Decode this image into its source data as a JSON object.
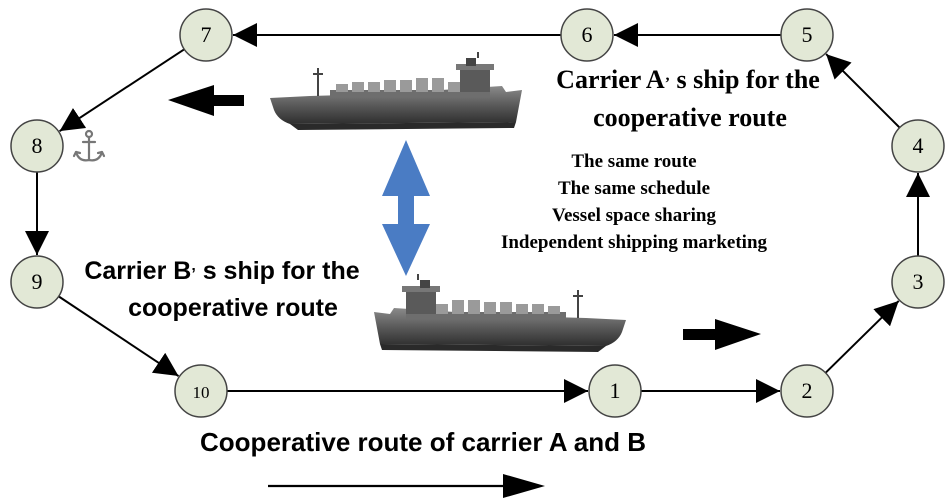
{
  "diagram": {
    "nodes": [
      {
        "id": "1",
        "label": "1"
      },
      {
        "id": "2",
        "label": "2"
      },
      {
        "id": "3",
        "label": "3"
      },
      {
        "id": "4",
        "label": "4"
      },
      {
        "id": "5",
        "label": "5"
      },
      {
        "id": "6",
        "label": "6"
      },
      {
        "id": "7",
        "label": "7"
      },
      {
        "id": "8",
        "label": "8"
      },
      {
        "id": "9",
        "label": "9"
      },
      {
        "id": "10",
        "label": "10"
      }
    ],
    "edges": [
      {
        "from": "10",
        "to": "1"
      },
      {
        "from": "1",
        "to": "2"
      },
      {
        "from": "2",
        "to": "3"
      },
      {
        "from": "3",
        "to": "4"
      },
      {
        "from": "4",
        "to": "5"
      },
      {
        "from": "5",
        "to": "6"
      },
      {
        "from": "6",
        "to": "7"
      },
      {
        "from": "7",
        "to": "8"
      },
      {
        "from": "8",
        "to": "9"
      },
      {
        "from": "9",
        "to": "10"
      }
    ],
    "carrier_a": {
      "line1_pre": "Carrier A",
      "line1_apos": "’",
      "line1_post": " s ship for the",
      "line2": "cooperative route"
    },
    "carrier_b": {
      "line1_pre": "Carrier B",
      "line1_apos": "’",
      "line1_post": " s ship for the",
      "line2": "cooperative route"
    },
    "features": [
      "The same route",
      "The same schedule",
      "Vessel space sharing",
      "Independent shipping marketing"
    ],
    "route_caption": "Cooperative route of carrier A and B",
    "colors": {
      "node_fill": "#e2e8d6",
      "node_stroke": "#444444",
      "double_arrow": "#4a7cc4",
      "ship_hull": "#4a4a4a",
      "ship_deck": "#7a7a7a"
    },
    "icons": [
      "anchor-icon",
      "ship-icon"
    ]
  }
}
